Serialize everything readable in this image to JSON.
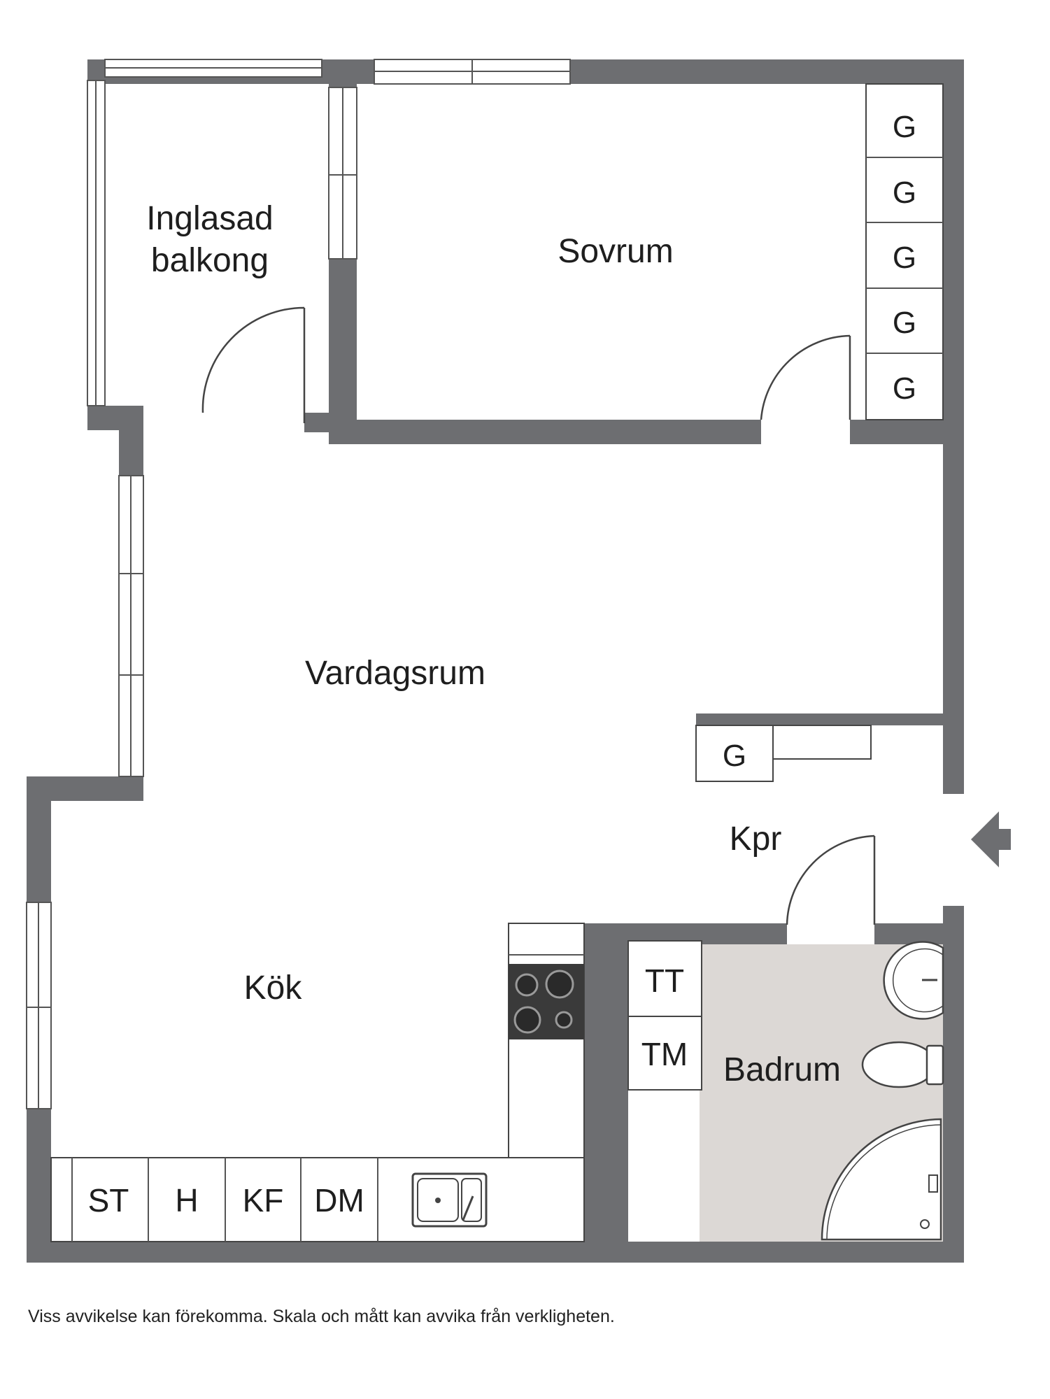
{
  "rooms": {
    "balcony_line1": "Inglasad",
    "balcony_line2": "balkong",
    "bedroom": "Sovrum",
    "living": "Vardagsrum",
    "hall": "Kpr",
    "kitchen": "Kök",
    "bathroom": "Badrum"
  },
  "fixtures": {
    "wardrobe": "G",
    "stove": "ST",
    "h": "H",
    "fridge_freezer": "KF",
    "dishwasher": "DM",
    "dryer": "TT",
    "washer": "TM"
  },
  "entrance": "entrance-arrow-icon",
  "colors": {
    "wall": "#6d6e71",
    "bathroom_floor": "#dcd8d5",
    "stove": "#3a3a3a"
  },
  "disclaimer": "Viss avvikelse kan förekomma. Skala och mått kan avvika från verkligheten."
}
